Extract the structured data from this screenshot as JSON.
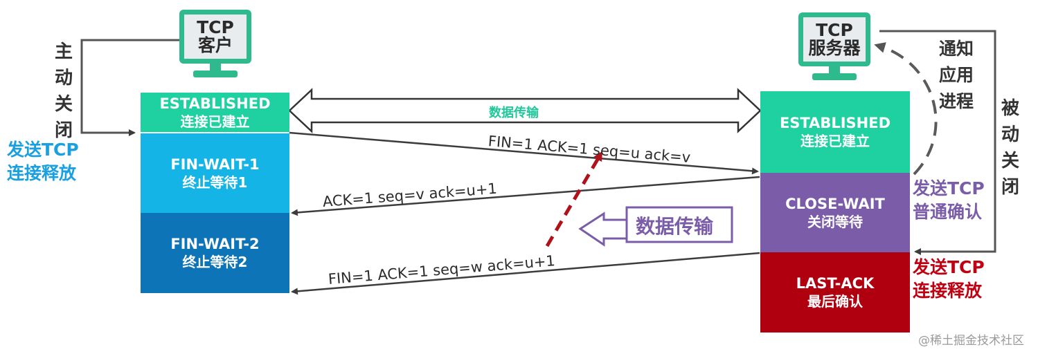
{
  "client": {
    "name_line1": "TCP",
    "name_line2": "客户",
    "active_close": [
      "主",
      "动",
      "关",
      "闭"
    ],
    "send_note_line1": "发送TCP",
    "send_note_line2": "连接释放",
    "states": [
      {
        "en": "ESTABLISHED",
        "cn": "连接已建立",
        "color": "#1fd0a0"
      },
      {
        "en": "FIN-WAIT-1",
        "cn": "终止等待1",
        "color": "#14b4e6"
      },
      {
        "en": "FIN-WAIT-2",
        "cn": "终止等待2",
        "color": "#0e74b8"
      }
    ]
  },
  "server": {
    "name_line1": "TCP",
    "name_line2": "服务器",
    "notify_app": [
      "通知",
      "应用",
      "进程"
    ],
    "passive_close": [
      "被",
      "动",
      "关",
      "闭"
    ],
    "ack_note_line1": "发送TCP",
    "ack_note_line2": "普通确认",
    "release_note_line1": "发送TCP",
    "release_note_line2": "连接释放",
    "states": [
      {
        "en": "ESTABLISHED",
        "cn": "连接已建立",
        "color": "#1fd0a0"
      },
      {
        "en": "CLOSE-WAIT",
        "cn": "关闭等待",
        "color": "#7a5ca8"
      },
      {
        "en": "LAST-ACK",
        "cn": "最后确认",
        "color": "#b0000f"
      }
    ]
  },
  "data_transfer_label": "数据传输",
  "server_data_transfer_label": "数据传输",
  "messages": {
    "fin_from_client": "FIN=1   ACK=1   seq=u   ack=v",
    "ack_from_server": "ACK=1   seq=v   ack=u+1",
    "fin_from_server": "FIN=1   ACK=1   seq=w   ack=u+1"
  },
  "colors": {
    "client_note": "#1aa0e0",
    "server_ack_note": "#7a5ca8",
    "server_release_note": "#c00010",
    "data_transfer_text": "#1fc79a",
    "server_data_text": "#7a5ca8",
    "red_dashed_arrow": "#b0121c"
  },
  "watermark": "@稀土掘金技术社区"
}
